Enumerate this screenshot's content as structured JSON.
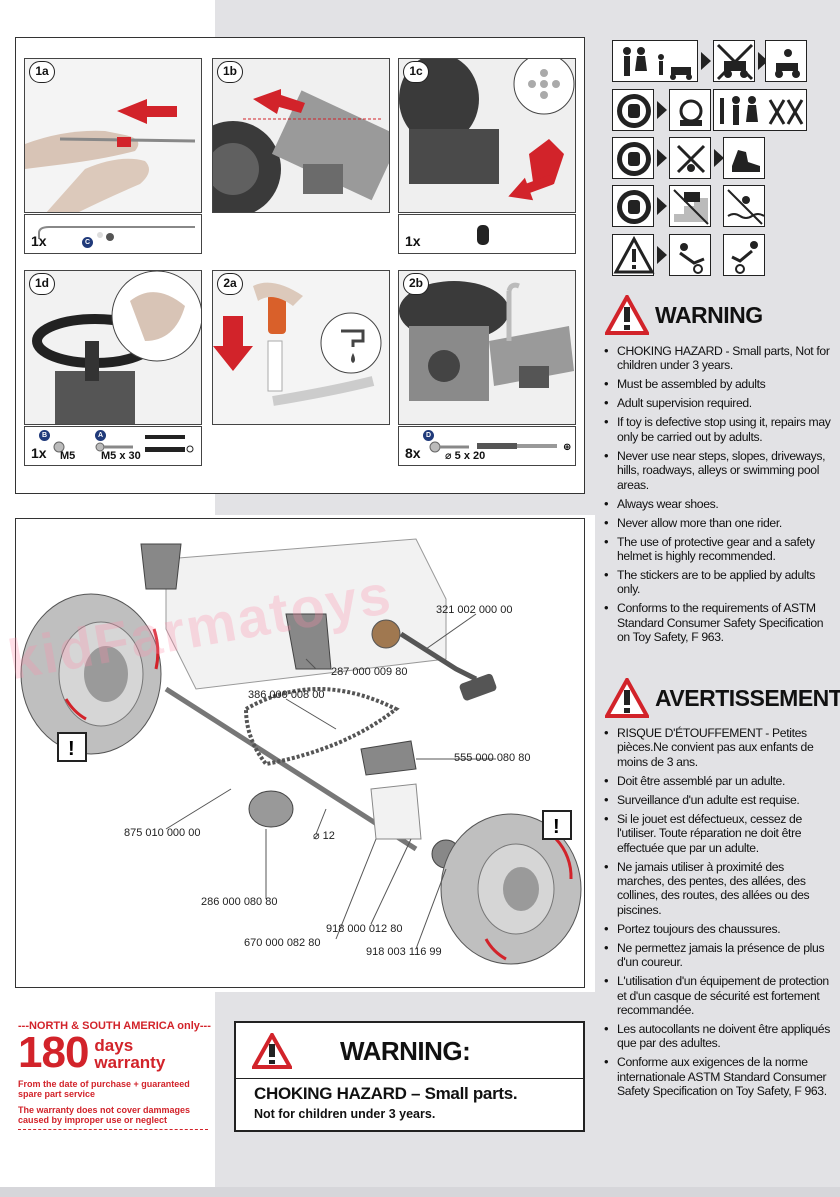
{
  "steps": [
    {
      "id": "1a"
    },
    {
      "id": "1b"
    },
    {
      "id": "1c"
    },
    {
      "id": "1d"
    },
    {
      "id": "2a"
    },
    {
      "id": "2b"
    }
  ],
  "parts_boxes": {
    "box_1a": {
      "qty": "1x"
    },
    "box_1c": {
      "qty": "1x"
    },
    "box_1d": {
      "qty": "1x",
      "label_b": "M5",
      "label_a": "M5 x 30",
      "letter_b": "B",
      "letter_a": "A"
    },
    "box_2b": {
      "qty": "8x",
      "label": "⌀ 5 x 20",
      "letter": "D"
    }
  },
  "part_numbers": {
    "p321": "321 002 000 00",
    "p287": "287 000 009 80",
    "p386": "386 000 008 00",
    "p555": "555 000 080 80",
    "p875": "875 010 000 00",
    "p_dia12": "⌀ 12",
    "p286": "286 000 080 80",
    "p918a": "918 000 012 80",
    "p670": "670 000 082 80",
    "p918b": "918 003 116 99"
  },
  "watermark": "kidFarmatoys",
  "warning_en": {
    "title": "WARNING",
    "items": [
      "CHOKING HAZARD - Small parts, Not for children under 3 years.",
      "Must be assembled by adults",
      "Adult supervision required.",
      "If toy is defective stop using it, repairs may only be carried out by adults.",
      "Never use near steps, slopes, driveways, hills, roadways, alleys or swimming pool areas.",
      "Always wear shoes.",
      "Never allow more than one rider.",
      "The use of protective gear and a safety helmet is highly recommended.",
      "The stickers are to be applied by adults only.",
      "Conforms to the requirements of ASTM Standard Consumer Safety Specification on Toy Safety, F 963."
    ]
  },
  "warning_fr": {
    "title": "AVERTISSEMENT",
    "items": [
      "RISQUE D'ÉTOUFFEMENT - Petites pièces.Ne convient pas aux enfants de moins de 3 ans.",
      "Doit être assemblé par un adulte.",
      "Surveillance d'un adulte est requise.",
      "Si le jouet est défectueux, cessez de l'utiliser. Toute réparation ne doit être effectuée que par un adulte.",
      "Ne jamais utiliser à proximité des marches, des pentes, des allées, des collines, des routes, des allées ou des piscines.",
      "Portez toujours des chaussures.",
      "Ne permettez jamais la présence de plus d'un coureur.",
      "L'utilisation d'un équipement de protection et d'un casque de sécurité est fortement recommandée.",
      "Les autocollants ne doivent être appliqués que par des adultes.",
      "Conforme aux exigences de la norme internationale ASTM Standard Consumer Safety Specification on Toy Safety, F 963."
    ]
  },
  "warranty": {
    "region": "---NORTH & SOUTH AMERICA only---",
    "number": "180",
    "unit_line1": "days",
    "unit_line2": "warranty",
    "note1": "From the date of purchase + guaranteed spare part service",
    "note2": "The warranty does not cover dammages caused by improper use or neglect"
  },
  "choking_box": {
    "title": "WARNING:",
    "line1": "CHOKING HAZARD – Small parts.",
    "line2": "Not for children under 3 years."
  },
  "colors": {
    "accent_red": "#d2232a",
    "panel_gray": "#e2e2e5",
    "badge_blue": "#203a7a"
  },
  "icons": [
    "children-supervision-icon",
    "no-ride-icon",
    "stop-icon",
    "no-tools-icon",
    "no-steps-icon",
    "no-pool-icon",
    "hazard-triangle-icon"
  ]
}
